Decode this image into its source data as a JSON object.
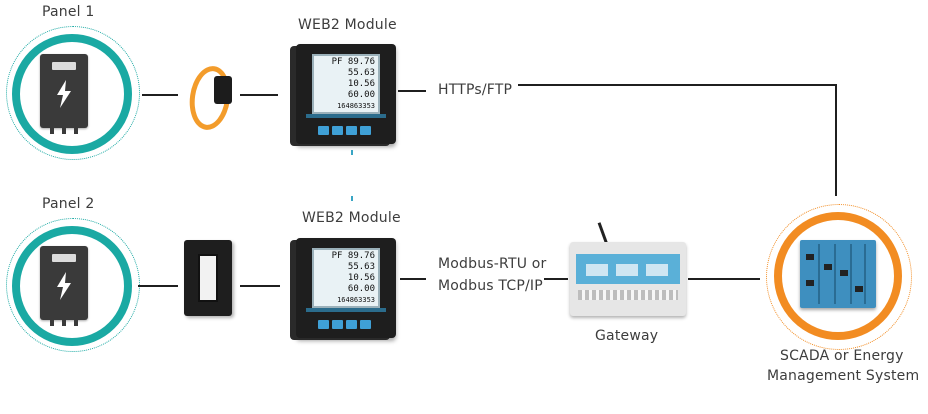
{
  "panel1": {
    "label": "Panel 1"
  },
  "panel2": {
    "label": "Panel 2"
  },
  "module1": {
    "label": "WEB2 Module",
    "display": [
      "PF  89.76",
      "55.63",
      "10.56",
      "60.00",
      "164863353"
    ]
  },
  "module2": {
    "label": "WEB2 Module",
    "display": [
      "PF  89.76",
      "55.63",
      "10.56",
      "60.00",
      "164863353"
    ]
  },
  "link1": {
    "label": "HTTPs/FTP"
  },
  "link2": {
    "label_line1": "Modbus-RTU or",
    "label_line2": "Modbus TCP/IP"
  },
  "gateway": {
    "label": "Gateway"
  },
  "scada": {
    "label_line1": "SCADA or Energy",
    "label_line2": "Management System"
  },
  "colors": {
    "panel_ring": "#1aa9a3",
    "scada_ring": "#f28c22",
    "rogowski_coil": "#f39c2b",
    "connector": "#1f1f1f"
  },
  "icons": {
    "panel": "electrical-panel-icon",
    "sensor1": "rogowski-coil-icon",
    "sensor2": "current-transformer-icon",
    "meter": "power-meter-icon",
    "gateway": "gateway-device-icon",
    "scada": "plc-controller-icon"
  }
}
